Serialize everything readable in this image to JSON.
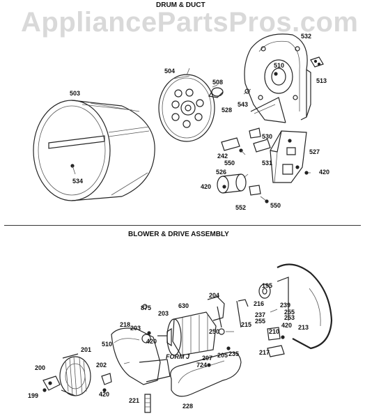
{
  "watermark": "AppliancePartsPros.com",
  "sections": {
    "drum_duct": "DRUM & DUCT",
    "blower_drive": "BLOWER & DRIVE ASSEMBLY"
  },
  "part_labels": {
    "p532": "532",
    "p510": "510",
    "p513": "513",
    "p504": "504",
    "p508": "508",
    "p503": "503",
    "p543": "543",
    "p528": "528",
    "p530": "530",
    "p242": "242",
    "p550a": "550",
    "p531": "531",
    "p527": "527",
    "p526": "526",
    "p420a": "420",
    "p534": "534",
    "p420b": "420",
    "p552": "552",
    "p550b": "550",
    "p195": "195",
    "p875": "875",
    "p630": "630",
    "p204": "204",
    "p216": "216",
    "p239": "239",
    "p237": "237",
    "p255a": "255",
    "p255b": "255",
    "p253": "253",
    "p203": "203",
    "p218": "218",
    "p203b": "203",
    "p420c": "420",
    "p215": "215",
    "p210": "210",
    "p420d": "420",
    "p213": "213",
    "p201": "201",
    "p510b": "510",
    "p250": "250",
    "p217": "217",
    "p207": "207",
    "p205": "205",
    "p235": "235",
    "p200": "200",
    "p202": "202",
    "p724": "724",
    "p199": "199",
    "p420e": "420",
    "p221": "221",
    "p228": "228",
    "form_j": "FORM J"
  }
}
